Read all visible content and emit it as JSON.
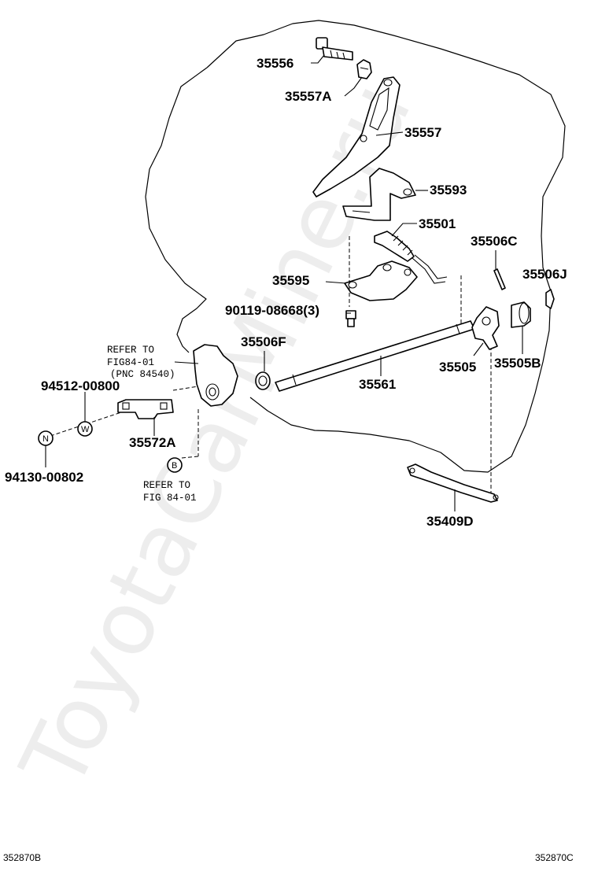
{
  "labels": {
    "p35556": "35556",
    "p35557a": "35557A",
    "p35557": "35557",
    "p35593": "35593",
    "p35501": "35501",
    "p35506c": "35506C",
    "p35506j": "35506J",
    "p35595": "35595",
    "p90119": "90119-08668(3)",
    "p35506f": "35506F",
    "p35561": "35561",
    "p35505": "35505",
    "p35505b": "35505B",
    "p94512": "94512-00800",
    "p35572a": "35572A",
    "p94130": "94130-00802",
    "p35409d": "35409D"
  },
  "notes": {
    "refer_top_1": "REFER TO",
    "refer_top_2": "FIG84-01",
    "refer_top_3": "(PNC 84540)",
    "refer_bottom_1": "REFER TO",
    "refer_bottom_2": "FIG 84-01"
  },
  "circles": {
    "n": "N",
    "w": "W",
    "b": "B"
  },
  "corners": {
    "left": "352870B",
    "right": "352870C"
  },
  "watermark": "ToyotaCarMine.ru"
}
